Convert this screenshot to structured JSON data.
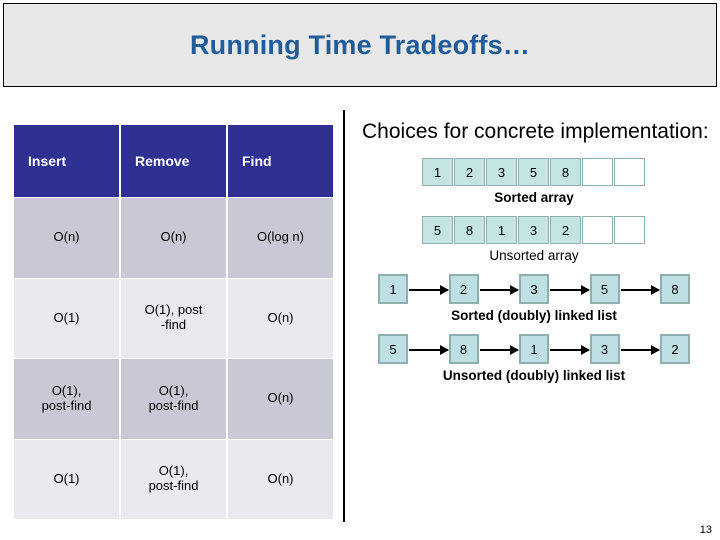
{
  "slide": {
    "title": "Running Time Tradeoffs…",
    "page_number": "13",
    "title_color": "#1F5C99",
    "header_color": "#2E3192",
    "row_dark_color": "#c9c9d6",
    "row_light_color": "#e9e9ef",
    "cell_fill_color": "#C5E5E5",
    "node_fill_color": "#BEE0E4"
  },
  "table": {
    "headers": [
      "Insert",
      "Remove",
      "Find"
    ],
    "rows": [
      [
        "O(n)",
        "O(n)",
        "O(log n)"
      ],
      [
        "O(1)",
        "O(1), post\n-find",
        "O(n)"
      ],
      [
        "O(1),\npost-find",
        "O(1),\npost-find",
        "O(n)"
      ],
      [
        "O(1)",
        "O(1),\npost-find",
        "O(n)"
      ]
    ]
  },
  "right": {
    "heading": "Choices for concrete implementation:",
    "figures": [
      {
        "kind": "array",
        "values": [
          "1",
          "2",
          "3",
          "5",
          "8"
        ],
        "empty_cells": 2,
        "caption": "Sorted array",
        "caption_bold": true
      },
      {
        "kind": "array",
        "values": [
          "5",
          "8",
          "1",
          "3",
          "2"
        ],
        "empty_cells": 2,
        "caption": "Unsorted array",
        "caption_bold": false
      },
      {
        "kind": "list",
        "values": [
          "1",
          "2",
          "3",
          "5",
          "8"
        ],
        "caption": "Sorted (doubly) linked list",
        "caption_bold": true
      },
      {
        "kind": "list",
        "values": [
          "5",
          "8",
          "1",
          "3",
          "2"
        ],
        "caption": "Unsorted (doubly) linked list",
        "caption_bold": true
      }
    ]
  }
}
